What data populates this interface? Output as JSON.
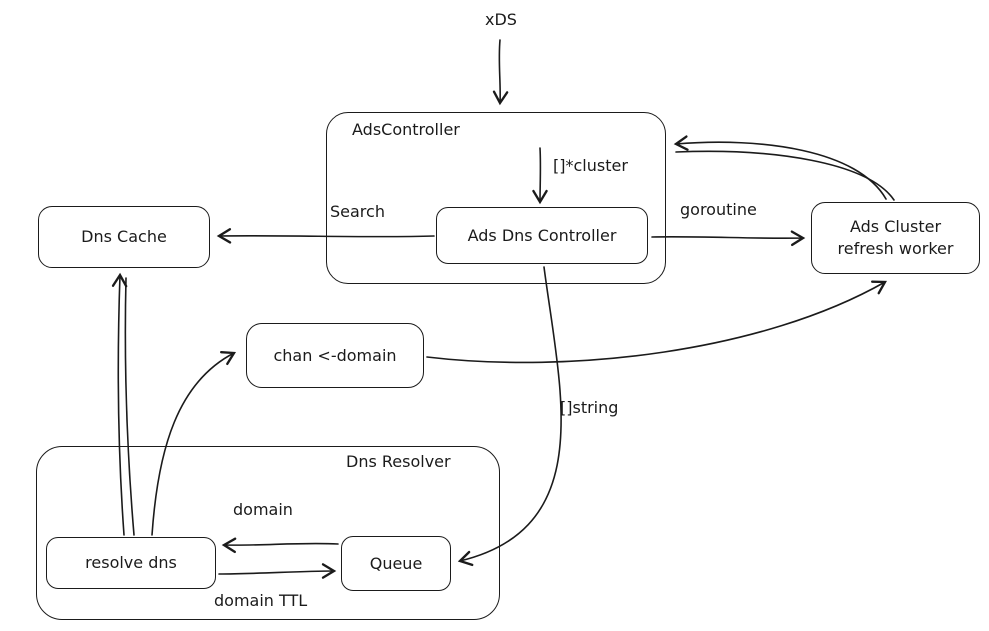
{
  "diagram": {
    "background": "#ffffff",
    "stroke_color": "#1b1b1b",
    "nodes": {
      "xds_label": "xDS",
      "ads_controller": "AdsController",
      "ads_dns_controller": "Ads Dns Controller",
      "dns_cache": "Dns Cache",
      "ads_cluster_refresh_worker_line1": "Ads Cluster",
      "ads_cluster_refresh_worker_line2": "refresh worker",
      "chan_domain": "chan <-domain",
      "dns_resolver": "Dns Resolver",
      "resolve_dns": "resolve dns",
      "queue": "Queue"
    },
    "edge_labels": {
      "cluster_list": "[]*cluster",
      "search": "Search",
      "goroutine": "goroutine",
      "string_list": "[]string",
      "domain": "domain",
      "domain_ttl": "domain TTL"
    }
  }
}
